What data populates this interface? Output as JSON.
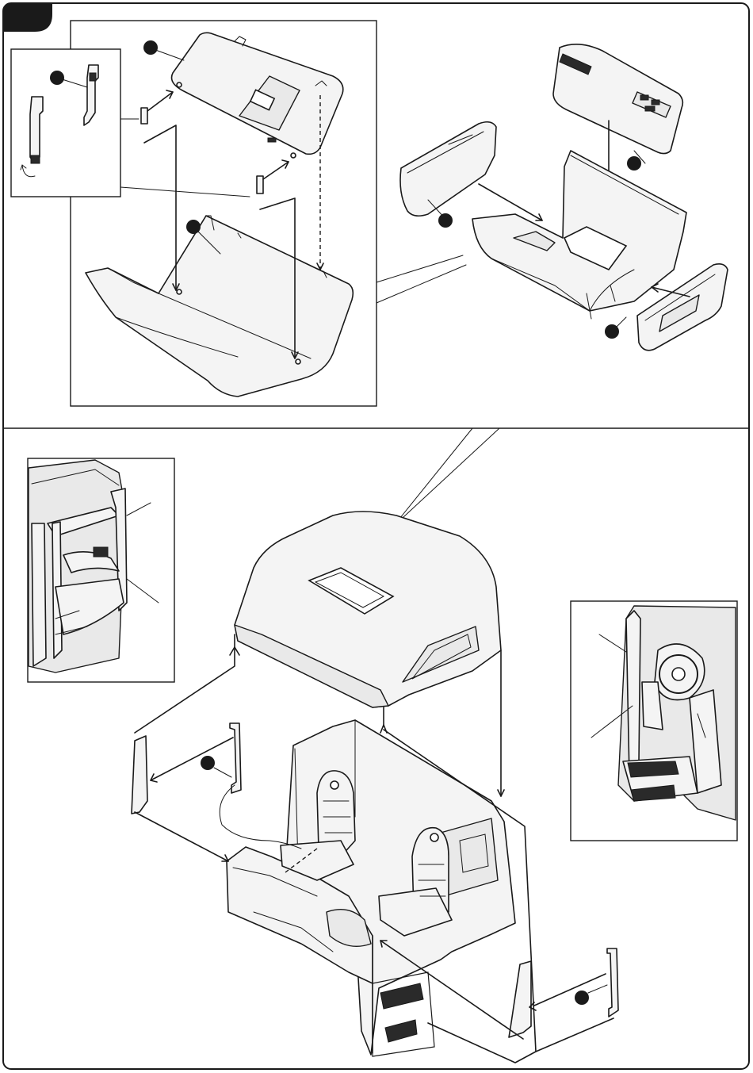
{
  "page": {
    "step_label": ""
  },
  "colors": {
    "line": "#1a1a1a",
    "part_fill": "#f4f4f4",
    "marker_fill": "#1a1a1a",
    "background": "#ffffff"
  },
  "callouts": [
    {
      "id": "headliner-rear-panel"
    },
    {
      "id": "clip-fastener"
    },
    {
      "id": "headliner-front-panel"
    },
    {
      "id": "overhead-console"
    },
    {
      "id": "left-side-panel"
    },
    {
      "id": "right-side-panel"
    },
    {
      "id": "left-a-pillar-trim"
    },
    {
      "id": "right-a-pillar-trim"
    }
  ]
}
